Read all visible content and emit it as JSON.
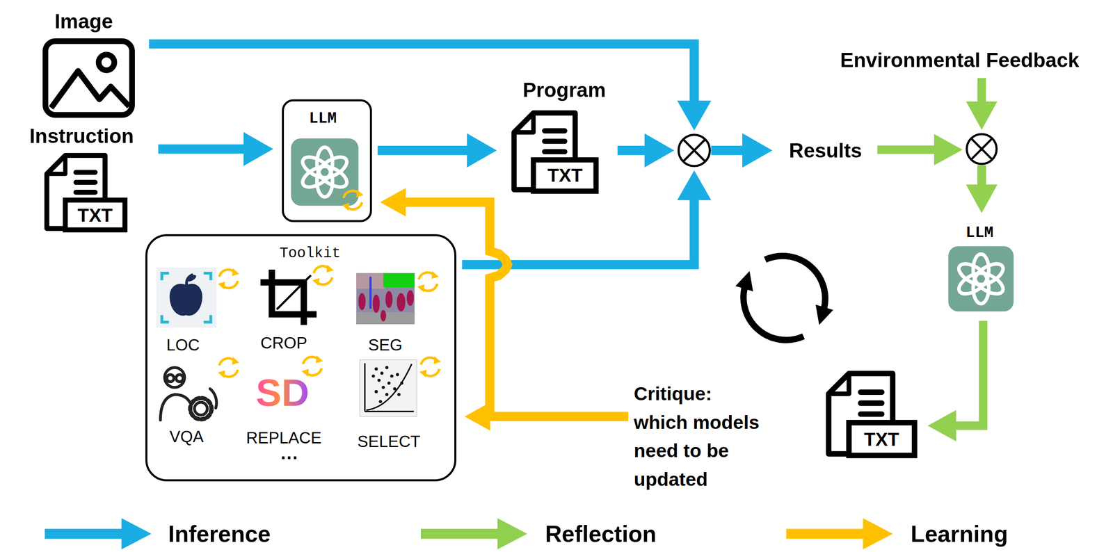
{
  "diagram": {
    "nodes": [
      {
        "text": [
          "Image"
        ]
      },
      {
        "text": [
          "Instruction",
          "TXT"
        ]
      },
      {
        "text": [
          "LLM"
        ]
      },
      {
        "text": [
          "Program",
          "TXT"
        ]
      },
      {
        "text": [
          "Results"
        ]
      },
      {
        "text": [
          "Environmental Feedback"
        ]
      },
      {
        "text": [
          "LLM"
        ]
      },
      {
        "text": [
          "TXT"
        ]
      },
      {
        "text": [
          "Critique: which models need to be updated"
        ]
      },
      {
        "text": [
          "Toolkit"
        ]
      },
      {
        "text": [
          "LOC"
        ],
        "in": 9
      },
      {
        "text": [
          "CROP"
        ],
        "in": 9
      },
      {
        "text": [
          "SEG"
        ],
        "in": 9
      },
      {
        "text": [
          "VQA"
        ],
        "in": 9
      },
      {
        "text": [
          "REPLACE"
        ],
        "in": 9
      },
      {
        "text": [
          "SELECT"
        ],
        "in": 9
      }
    ],
    "edges": [
      {
        "from": 0,
        "to": 4,
        "arrow": "to"
      },
      {
        "from": 3,
        "to": 4,
        "arrow": "to"
      },
      {
        "from": 9,
        "to": 4,
        "arrow": "to"
      },
      {
        "from": 1,
        "to": 2,
        "arrow": "to"
      },
      {
        "from": 2,
        "to": 3,
        "arrow": "to"
      },
      {
        "from": 4,
        "to": 6,
        "arrow": "to"
      },
      {
        "from": 5,
        "to": 6,
        "arrow": "to"
      },
      {
        "from": 6,
        "to": 7,
        "arrow": "to"
      },
      {
        "from": 8,
        "to": 9,
        "arrow": "to"
      },
      {
        "from": 8,
        "to": 2,
        "arrow": "to"
      }
    ],
    "labels": [
      "SD",
      "···"
    ],
    "legend": [
      {
        "text": "Inference",
        "color": "#1AADE4"
      },
      {
        "text": "Reflection",
        "color": "#92D050"
      },
      {
        "text": "Learning",
        "color": "#FFC000"
      }
    ]
  }
}
